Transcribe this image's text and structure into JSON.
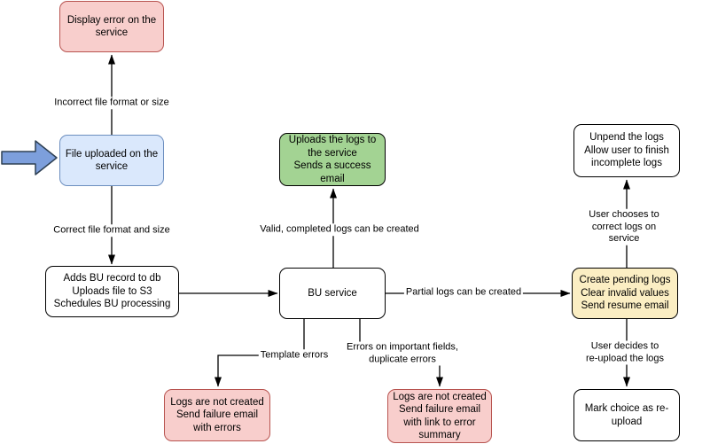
{
  "palette": {
    "pink_fill": "#F8CECC",
    "pink_border": "#B85450",
    "blue_fill": "#DAE8FC",
    "blue_border": "#6C8EBF",
    "green_fill": "#A3D393",
    "green_border": "#000000",
    "yellow_fill": "#FBEEC3",
    "yellow_border": "#000000",
    "white_fill": "#FFFFFF",
    "black_border": "#000000",
    "input_arrow_fill": "#7D9FDC",
    "line_color": "#000000"
  },
  "nodes": {
    "display_error": {
      "text": "Display error on the\nservice",
      "color": "pink"
    },
    "file_uploaded": {
      "text": "File uploaded on the\nservice",
      "color": "blue"
    },
    "add_record": {
      "text": "Adds BU record to db\nUploads file to S3\nSchedules BU processing",
      "color": "white"
    },
    "success": {
      "text": "Uploads the logs to\nthe service\nSends a success\nemail",
      "color": "green"
    },
    "bu_service": {
      "text": "BU service",
      "color": "white"
    },
    "unpend": {
      "text": "Unpend the logs\nAllow user to finish\nincomplete logs",
      "color": "white"
    },
    "pending": {
      "text": "Create pending logs\nClear invalid values\nSend resume email",
      "color": "yellow"
    },
    "mark_reupload": {
      "text": "Mark choice as re-\nupload",
      "color": "white"
    },
    "failure_errors": {
      "text": "Logs are not created\nSend failure email\nwith errors",
      "color": "pink"
    },
    "failure_summary": {
      "text": "Logs are not created\nSend failure email\nwith link to error\nsummary",
      "color": "pink"
    }
  },
  "edge_labels": {
    "incorrect_file": "Incorrect file format or size",
    "correct_file": "Correct file format and size",
    "valid_logs": "Valid, completed logs can be created",
    "partial_logs": "Partial logs can be created",
    "template_errors": "Template errors",
    "important_errors": "Errors on important fields,\nduplicate errors",
    "user_chooses": "User chooses to correct logs on service",
    "user_decides": "User decides to re-upload the logs"
  },
  "icons": {
    "input_arrow": "big-right-arrow"
  }
}
